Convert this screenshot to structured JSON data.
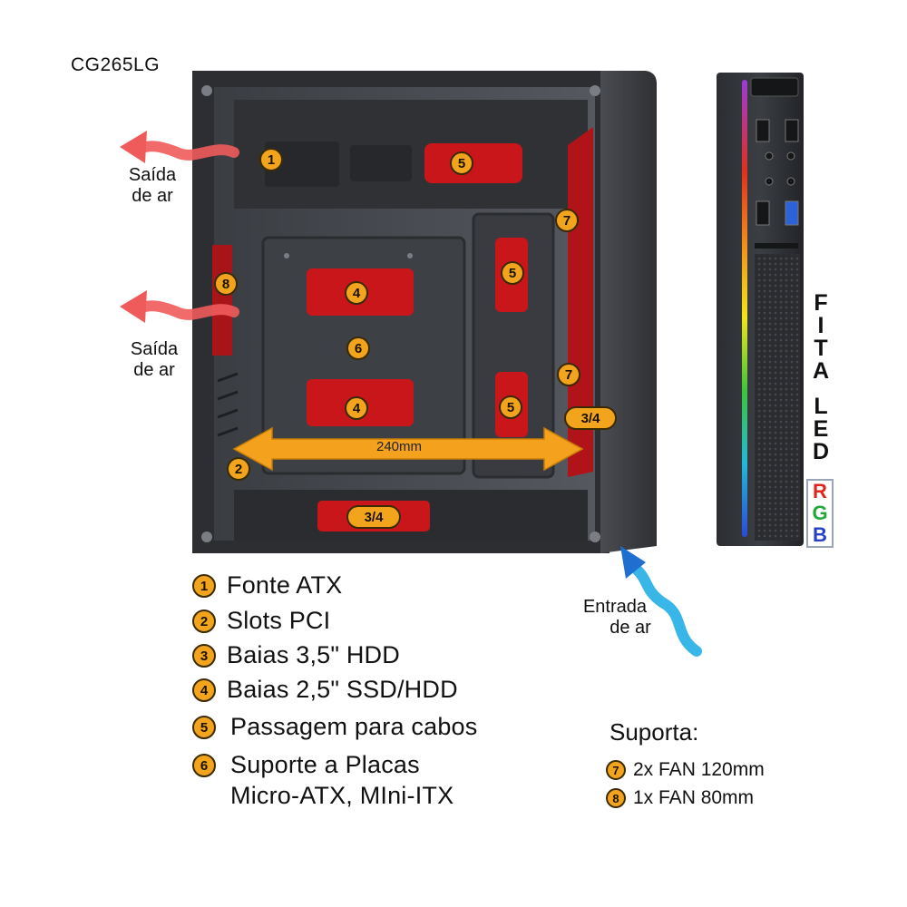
{
  "model": "CG265LG",
  "air": {
    "exit_1": [
      "Saída",
      "de ar"
    ],
    "exit_2": [
      "Saída",
      "de ar"
    ],
    "intake": [
      "Entrada",
      "de ar"
    ]
  },
  "dimension_label": "240mm",
  "case_badges": {
    "b1": "1",
    "b2": "2",
    "b5a": "5",
    "b5b": "5",
    "b5c": "5",
    "b4a": "4",
    "b4b": "4",
    "b6": "6",
    "b7a": "7",
    "b7b": "7",
    "b8": "8",
    "b34a": "3/4",
    "b34b": "3/4"
  },
  "legend": [
    {
      "num": "1",
      "text": "Fonte ATX"
    },
    {
      "num": "2",
      "text": "Slots PCI"
    },
    {
      "num": "3",
      "text": "Baias 3,5\" HDD"
    },
    {
      "num": "4",
      "text": "Baias 2,5\" SSD/HDD"
    },
    {
      "num": "5",
      "text": "Passagem para cabos"
    },
    {
      "num": "6",
      "text": "Suporte a Placas",
      "text2": "Micro-ATX, MIni-ITX"
    }
  ],
  "suporta": {
    "title": "Suporta:",
    "items": [
      {
        "num": "7",
        "text": "2x FAN 120mm"
      },
      {
        "num": "8",
        "text": "1x FAN 80mm"
      }
    ]
  },
  "led_strip": {
    "word1": [
      "F",
      "I",
      "T",
      "A"
    ],
    "word2": [
      "L",
      "E",
      "D"
    ],
    "rgb": [
      "R",
      "G",
      "B"
    ],
    "rgb_colors": [
      "#e0251b",
      "#23a83a",
      "#2740c8"
    ]
  },
  "colors": {
    "accent_red": "#c8161b",
    "badge_orange": "#f2a51c",
    "arrow_orange": "#f4a21e",
    "exit_arrow": "#ef5b5b",
    "intake_arrow": "#1f6fd1"
  }
}
